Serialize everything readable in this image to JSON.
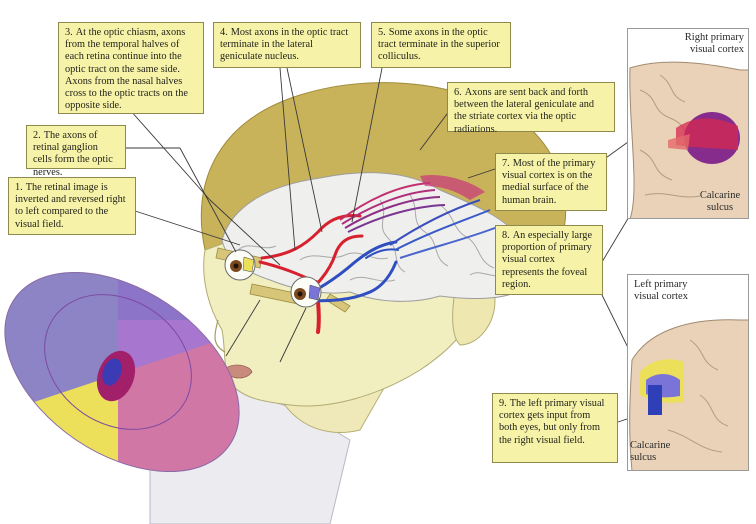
{
  "callouts": [
    {
      "num": "3.",
      "text": "At the optic chiasm, axons from the temporal halves of each retina continue into the optic tract on the same side. Axons from the nasal halves cross to the optic tracts on the opposite side."
    },
    {
      "num": "4.",
      "text": "Most axons in the optic tract terminate in the lateral geniculate nucleus."
    },
    {
      "num": "5.",
      "text": "Some axons in the optic tract terminate in the superior colliculus."
    },
    {
      "num": "6.",
      "text": "Axons are sent back and forth between the lateral geniculate and the striate cortex via the optic radiations."
    },
    {
      "num": "2.",
      "text": "The axons of retinal ganglion cells form the optic nerves."
    },
    {
      "num": "1.",
      "text": "The retinal image is inverted and reversed right to left compared to the visual field."
    },
    {
      "num": "7.",
      "text": "Most of the primary visual cortex is on the medial surface of the human brain."
    },
    {
      "num": "8.",
      "text": "An especially large proportion of primary visual cortex represents the foveal region."
    },
    {
      "num": "9.",
      "text": "The left primary visual cortex gets input from both eyes, but only from the right visual field."
    }
  ],
  "panels": {
    "right": {
      "title": "Right primary visual cortex",
      "sulcus": "Calcarine sulcus"
    },
    "left": {
      "title": "Left primary visual cortex",
      "sulcus": "Calcarine sulcus"
    }
  },
  "colors": {
    "callout_fill": "#f6f3a9",
    "skin": "#f1eec0",
    "hair": "#c8b35a",
    "brain": "#efefee",
    "field_blue": "#7b74d8",
    "field_red": "#e8736e",
    "field_yellow": "#ecdf59",
    "field_purple": "#bd7ad6",
    "optic_red": "#d8212f",
    "optic_blue": "#2f4fc0"
  }
}
